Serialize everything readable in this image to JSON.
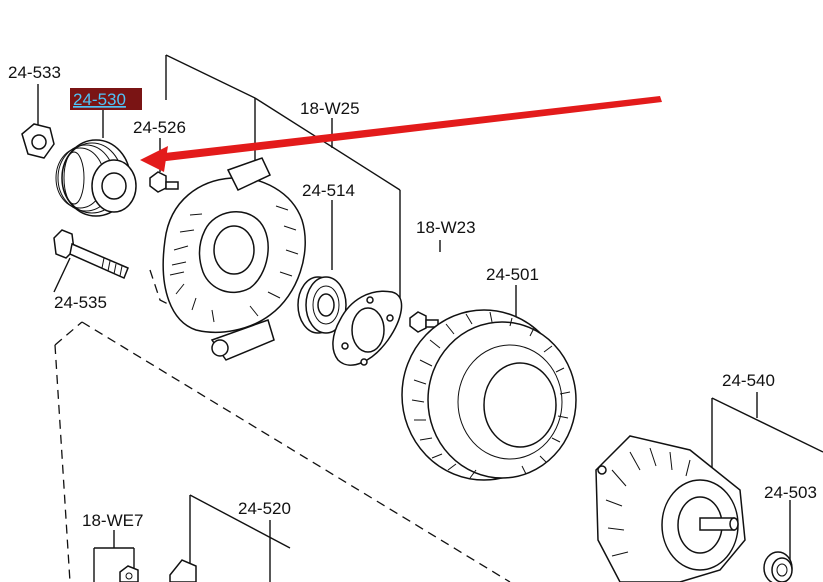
{
  "labels": {
    "p24_533": "24-533",
    "p24_530": "24-530",
    "p24_526": "24-526",
    "p18_W25": "18-W25",
    "p24_514": "24-514",
    "p18_W23": "18-W23",
    "p24_535": "24-535",
    "p24_501": "24-501",
    "p24_540": "24-540",
    "p24_503": "24-503",
    "p18_WE7": "18-WE7",
    "p24_520": "24-520"
  },
  "highlight": {
    "label_bg": "#7a1414",
    "label_text": "#4fc3f7",
    "arrow_color": "#e31b1b"
  },
  "icons": [
    "nut",
    "pulley",
    "bolt",
    "screw",
    "long-bolt",
    "front-housing",
    "bearing",
    "retainer-plate",
    "stator",
    "rotor",
    "washer",
    "rear-bracket-bolt"
  ]
}
